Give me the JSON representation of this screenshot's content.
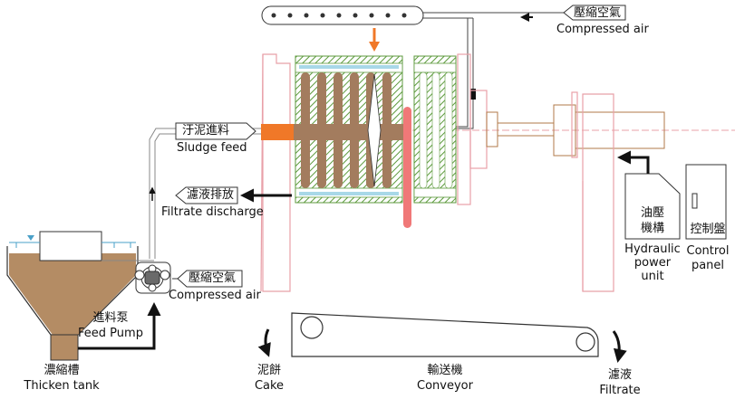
{
  "labels": {
    "compressed_air_top_cn": "壓縮空氣",
    "compressed_air_top_en": "Compressed air",
    "sludge_feed_cn": "汙泥進料",
    "sludge_feed_en": "Sludge feed",
    "filtrate_discharge_cn": "濾液排放",
    "filtrate_discharge_en": "Filtrate discharge",
    "compressed_air_pump_cn": "壓縮空氣",
    "compressed_air_pump_en": "Compressed air",
    "feed_pump_cn": "進料泵",
    "feed_pump_en": "Feed Pump",
    "thicken_tank_cn": "濃縮槽",
    "thicken_tank_en": "Thicken tank",
    "cake_cn": "泥餅",
    "cake_en": "Cake",
    "conveyor_cn": "輸送機",
    "conveyor_en": "Conveyor",
    "filtrate_cn": "濾液",
    "filtrate_en": "Filtrate",
    "hydraulic_cn_1": "油壓",
    "hydraulic_cn_2": "機構",
    "hydraulic_en_1": "Hydraulic",
    "hydraulic_en_2": "power",
    "hydraulic_en_3": "unit",
    "control_cn": "控制盤",
    "control_en_1": "Control",
    "control_en_2": "panel"
  },
  "colors": {
    "frame": "#e8a0a8",
    "plate_brown": "#a37c5e",
    "hatch_green": "#5c9a3c",
    "sludge_orange": "#f07828",
    "cylinder_brown": "#c8a070",
    "cylinder_line": "#b07a48",
    "tank_fill": "#b48c64",
    "water_blue": "#4aa0c8",
    "arrow_dark": "#111111"
  }
}
